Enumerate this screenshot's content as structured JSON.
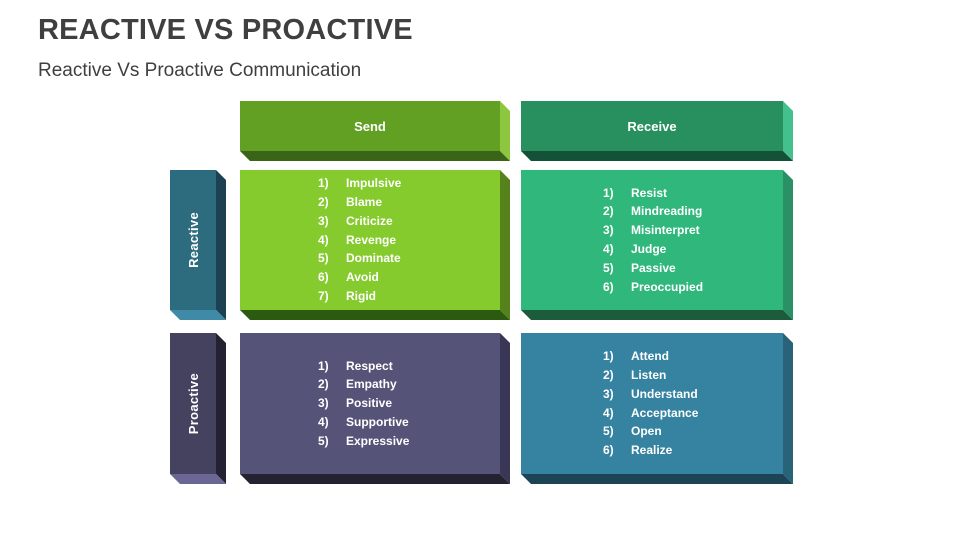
{
  "slide": {
    "title": "REACTIVE VS PROACTIVE",
    "subtitle": "Reactive Vs Proactive Communication"
  },
  "matrix": {
    "column_headers": [
      {
        "label": "Send"
      },
      {
        "label": "Receive"
      }
    ],
    "row_headers": [
      {
        "label": "Reactive"
      },
      {
        "label": "Proactive"
      }
    ],
    "cells": {
      "reactive_send": {
        "row": "Reactive",
        "column": "Send",
        "items": [
          "Impulsive",
          "Blame",
          "Criticize",
          "Revenge",
          "Dominate",
          "Avoid",
          "Rigid"
        ]
      },
      "reactive_receive": {
        "row": "Reactive",
        "column": "Receive",
        "items": [
          "Resist",
          "Mindreading",
          "Misinterpret",
          "Judge",
          "Passive",
          "Preoccupied"
        ]
      },
      "proactive_send": {
        "row": "Proactive",
        "column": "Send",
        "items": [
          "Respect",
          "Empathy",
          "Positive",
          "Supportive",
          "Expressive"
        ]
      },
      "proactive_receive": {
        "row": "Proactive",
        "column": "Receive",
        "items": [
          "Attend",
          "Listen",
          "Understand",
          "Acceptance",
          "Open",
          "Realize"
        ]
      }
    },
    "number_suffix": ")"
  },
  "colors": {
    "background": "#ffffff",
    "title_text": "#3f3f3f",
    "box_text": "#ffffff",
    "send_header": "#61a023",
    "receive_header": "#28905f",
    "reactive_header": "#2d6b7e",
    "proactive_header": "#454260",
    "reactive_send_cell": "#85cb2d",
    "reactive_receive_cell": "#30b77c",
    "proactive_send_cell": "#565379",
    "proactive_receive_cell": "#3583a0"
  }
}
